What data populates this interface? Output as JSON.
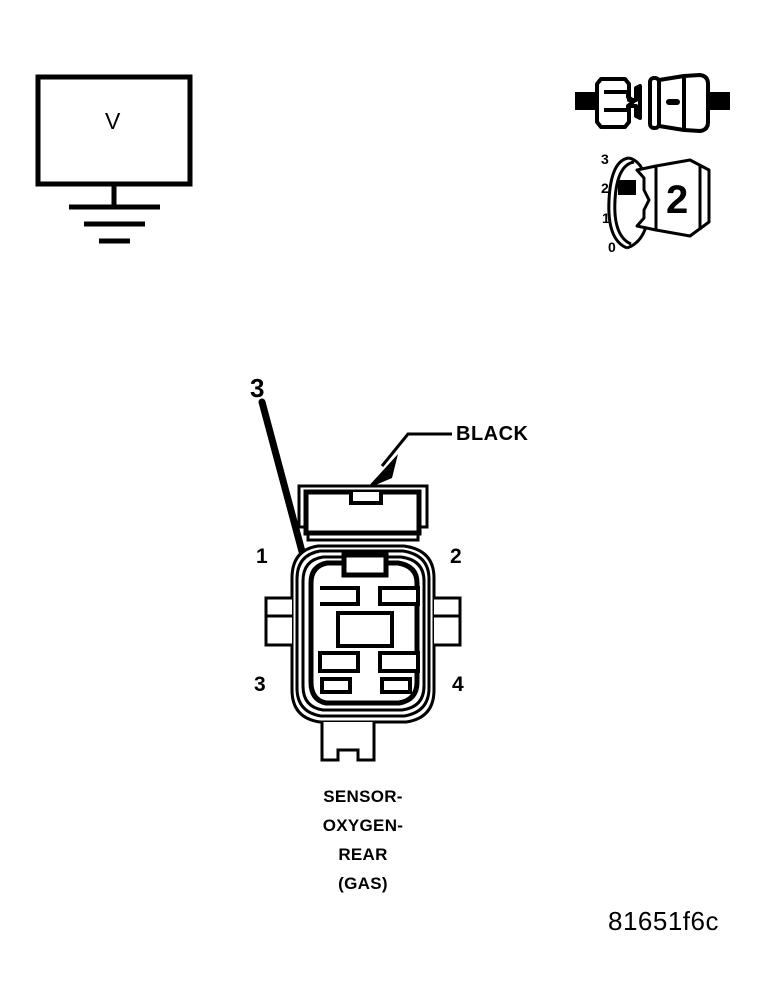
{
  "figure": {
    "code": "81651f6c",
    "background_color": "#ffffff",
    "line_color": "#000000"
  },
  "voltmeter": {
    "symbol_label": "V",
    "name": "voltmeter-with-ground"
  },
  "test_connector": {
    "dial_labels": [
      "3",
      "2",
      "1",
      "0"
    ],
    "marked_position": "2",
    "selector_value": "2"
  },
  "connector": {
    "component_name_lines": [
      "SENSOR-",
      "OXYGEN-",
      "REAR",
      "(GAS)"
    ],
    "pin_numbers": {
      "top_left": "1",
      "top_right": "2",
      "bottom_left": "3",
      "bottom_right": "4"
    },
    "wire_color_label": "BLACK",
    "callout_number": "3"
  }
}
